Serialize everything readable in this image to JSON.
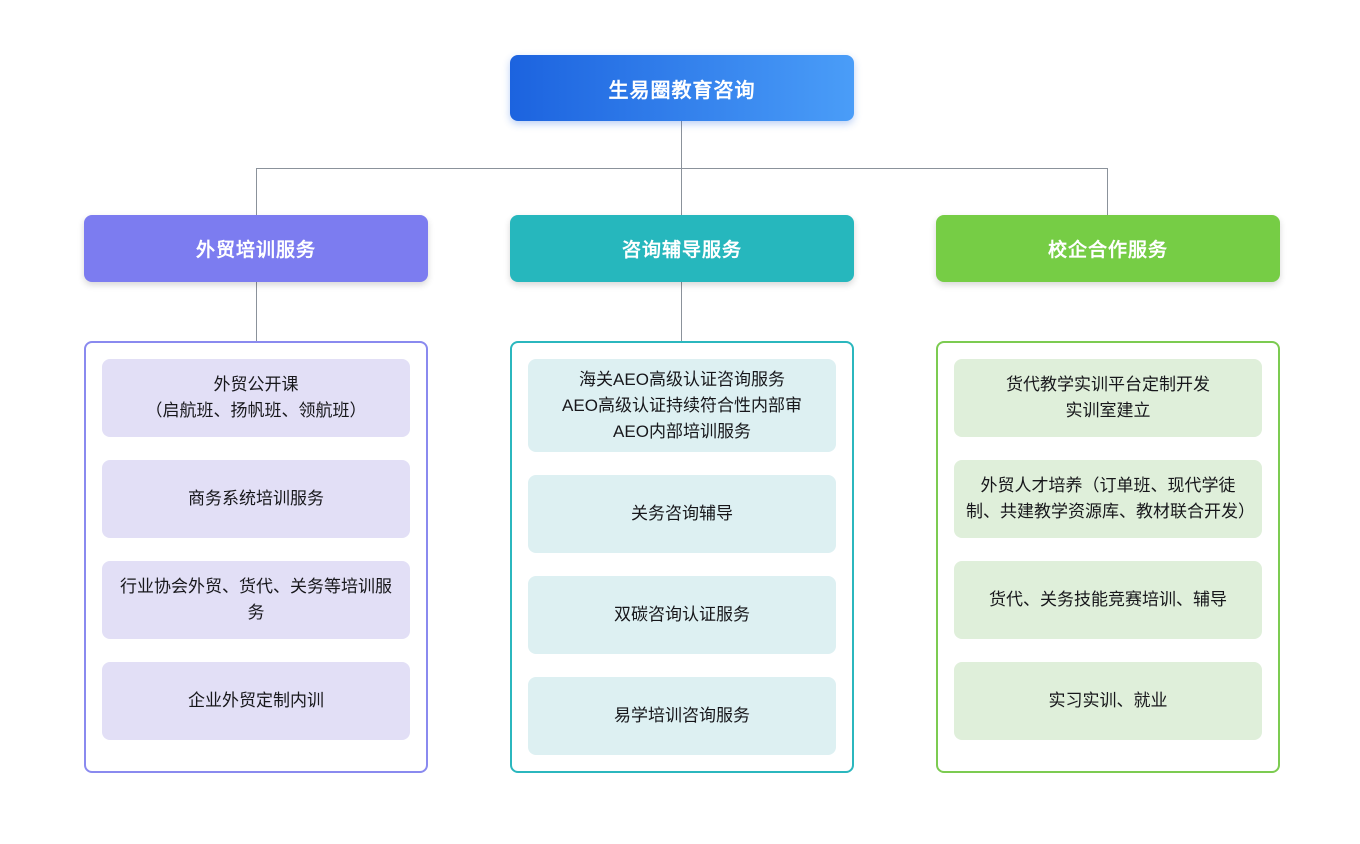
{
  "root": {
    "label": "生易圈教育咨询"
  },
  "columns": [
    {
      "header": "外贸培训服务",
      "items": [
        "外贸公开课\n（启航班、扬帆班、领航班）",
        "商务系统培训服务",
        "行业协会外贸、货代、关务等培训服务",
        "企业外贸定制内训"
      ]
    },
    {
      "header": "咨询辅导服务",
      "items": [
        "海关AEO高级认证咨询服务\nAEO高级认证持续符合性内部审\nAEO内部培训服务",
        "关务咨询辅导",
        "双碳咨询认证服务",
        "易学培训咨询服务"
      ]
    },
    {
      "header": "校企合作服务",
      "items": [
        "货代教学实训平台定制开发\n实训室建立",
        "外贸人才培养（订单班、现代学徒制、共建教学资源库、教材联合开发）",
        "货代、关务技能竞赛培训、辅导",
        "实习实训、就业"
      ]
    }
  ],
  "colors": {
    "root-grad-start": "#1C63DF",
    "root-grad-end": "#4A9DF8",
    "connector": "#8B929B",
    "header-text": "#FFFFFF",
    "item-text": "#17171B",
    "c0-header-bg": "#7C7CF0",
    "c0-border": "#8A8AEF",
    "c0-item-bg": "#E2DFF6",
    "c1-header-bg": "#26B7BD",
    "c1-border": "#2BB7BE",
    "c1-item-bg": "#DDF0F2",
    "c2-header-bg": "#76CD45",
    "c2-border": "#7CCB51",
    "c2-item-bg": "#DFEFDA"
  }
}
